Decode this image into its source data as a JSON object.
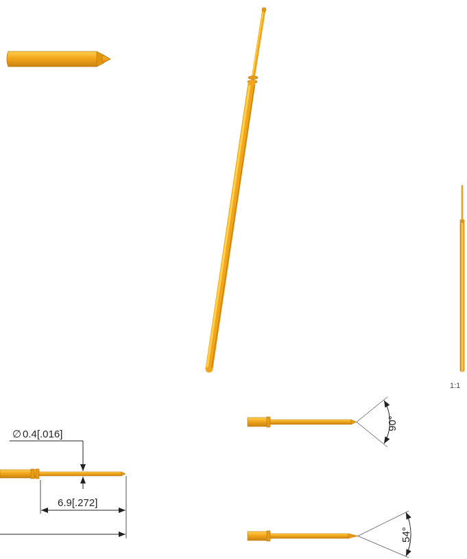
{
  "colors": {
    "pin_fill": "#F2A51C",
    "pin_highlight": "#FFD24D",
    "pin_edge": "#B8740A",
    "pin_shadow": "#C98410",
    "dimension_line": "#222222"
  },
  "views": {
    "tip_closeup": {
      "label": ""
    },
    "isometric": {
      "label": ""
    },
    "full_length": {
      "scale_label": "1:1"
    },
    "dimensioned_view": {
      "diameter_symbol": "∅",
      "diameter_label": "0.4[.016]",
      "length_label": "6.9[.272]"
    },
    "angle_view_90": {
      "angle_label": "90°"
    },
    "angle_view_54": {
      "angle_label": "54°"
    }
  }
}
